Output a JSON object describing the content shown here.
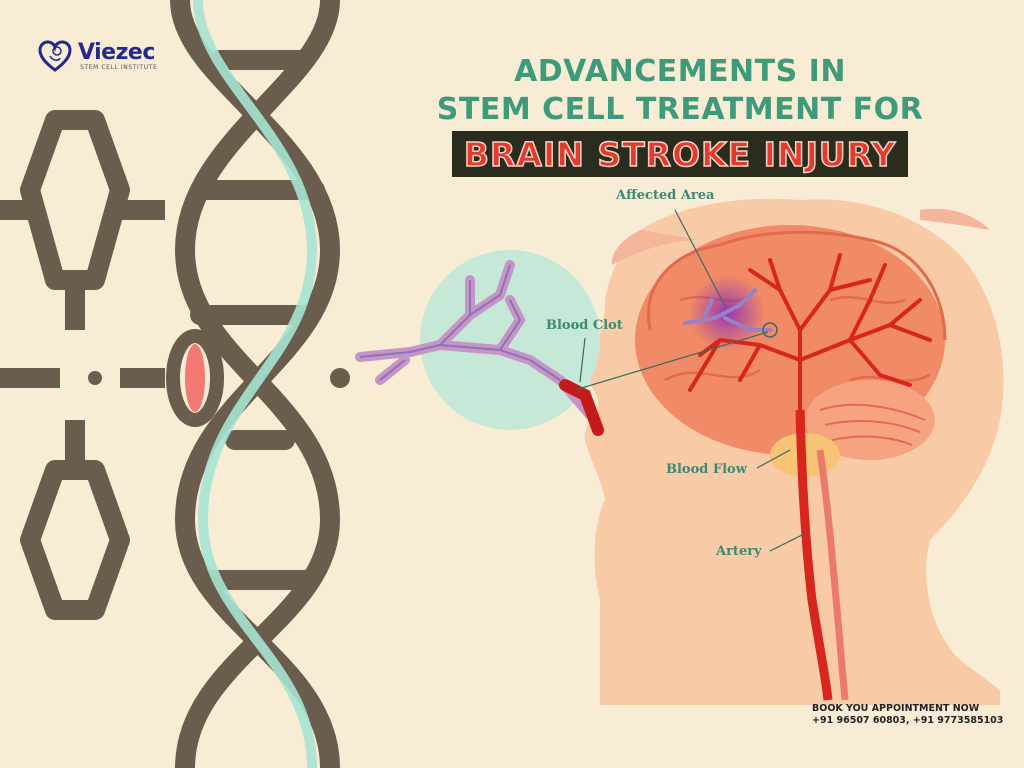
{
  "brand": {
    "name": "Viezec",
    "subtitle": "STEM CELL INSTITUTE",
    "logo_icon": "heart-baby-icon",
    "color": "#232a8c"
  },
  "headline": {
    "line1": "ADVANCEMENTS IN",
    "line2": "STEM CELL TREATMENT FOR",
    "banner": "BRAIN STROKE INJURY",
    "line_color": "#3d9a7a",
    "banner_text_color": "#e23a2c",
    "banner_bg": "#2a2d1d"
  },
  "diagram": {
    "labels": {
      "affected_area": "Affected Area",
      "blood_clot": "Blood Clot",
      "blood_flow": "Blood Flow",
      "artery": "Artery"
    },
    "decorations": [
      "dna-helix",
      "hexagon-molecule",
      "human-head-profile",
      "brain",
      "blood-vessel-zoom"
    ]
  },
  "cta": {
    "line1": "BOOK YOU APPOINTMENT NOW",
    "line2": "+91 96507 60803, +91 9773585103"
  },
  "colors": {
    "background": "#f8edd4",
    "dna_brown": "#6b5d4d",
    "dna_teal": "#a6e3d1",
    "brain_orange": "#f0876a",
    "vessel_red": "#d8261e",
    "head_skin": "#f8c59c"
  }
}
